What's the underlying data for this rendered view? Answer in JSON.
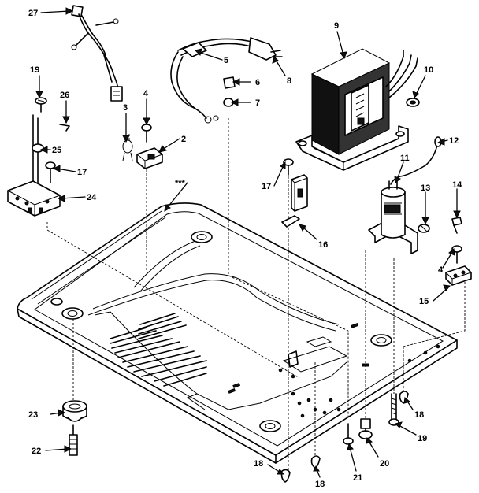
{
  "diagram": {
    "callouts": [
      {
        "id": "c27a",
        "label": "27"
      },
      {
        "id": "c19a",
        "label": "19"
      },
      {
        "id": "c26",
        "label": "26"
      },
      {
        "id": "c25",
        "label": "25"
      },
      {
        "id": "c17a",
        "label": "17"
      },
      {
        "id": "c24",
        "label": "24"
      },
      {
        "id": "c3",
        "label": "3"
      },
      {
        "id": "c4a",
        "label": "4"
      },
      {
        "id": "c2",
        "label": "2"
      },
      {
        "id": "c5",
        "label": "5"
      },
      {
        "id": "c6",
        "label": "6"
      },
      {
        "id": "c7",
        "label": "7"
      },
      {
        "id": "c8",
        "label": "8"
      },
      {
        "id": "c9",
        "label": "9"
      },
      {
        "id": "c10",
        "label": "10"
      },
      {
        "id": "c12",
        "label": "12"
      },
      {
        "id": "c11",
        "label": "11"
      },
      {
        "id": "c13",
        "label": "13"
      },
      {
        "id": "c14",
        "label": "14"
      },
      {
        "id": "c4b",
        "label": "4"
      },
      {
        "id": "c15",
        "label": "15"
      },
      {
        "id": "c17b",
        "label": "17"
      },
      {
        "id": "c16",
        "label": "16"
      },
      {
        "id": "cstar",
        "label": "***"
      },
      {
        "id": "c23",
        "label": "23"
      },
      {
        "id": "c22",
        "label": "22"
      },
      {
        "id": "c18a",
        "label": "18"
      },
      {
        "id": "c18b",
        "label": "18"
      },
      {
        "id": "c18c",
        "label": "18"
      },
      {
        "id": "c21",
        "label": "21"
      },
      {
        "id": "c20",
        "label": "20"
      },
      {
        "id": "c19b",
        "label": "19"
      }
    ]
  }
}
